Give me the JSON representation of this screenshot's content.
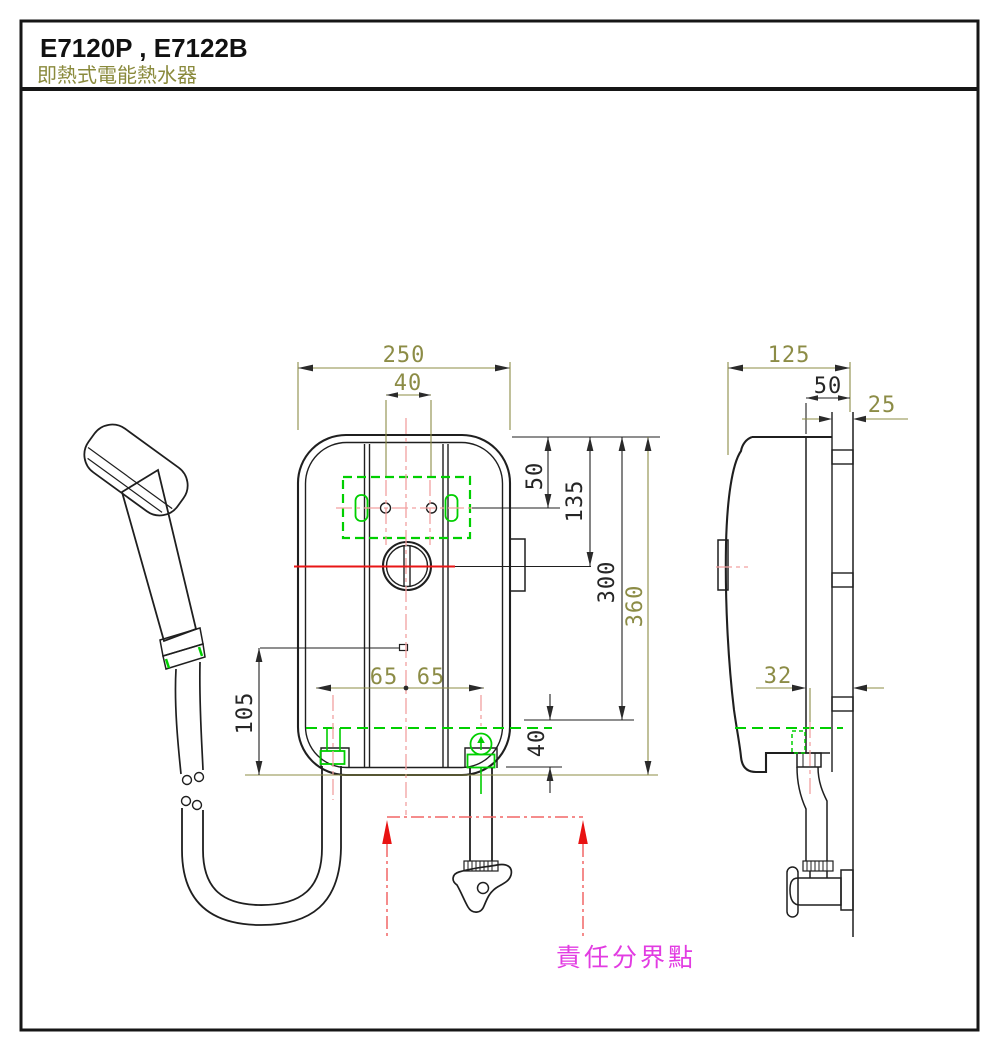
{
  "header": {
    "models": "E7120P , E7122B",
    "product_name": "即熱式電能熱水器"
  },
  "front_view": {
    "dims": {
      "body_width": "250",
      "hole_spacing": "40",
      "top_to_holes": "50",
      "top_to_switch": "135",
      "top_to_connection": "300",
      "body_height": "360",
      "inlet_offset_left": "65",
      "outlet_offset_right": "65",
      "bottom_clearance": "40",
      "hose_drop": "105"
    }
  },
  "side_view": {
    "dims": {
      "body_depth": "125",
      "bracket_depth": "50",
      "rail_width": "25",
      "pipe_offset": "32"
    }
  },
  "footer_note": {
    "boundary_label": "責任分界點"
  },
  "colors": {
    "dimension_olive": "#8c8c46",
    "drawing_black": "#1f1f1f",
    "fitting_green": "#00cf00",
    "centerline_pink": "#f2a0a0",
    "knob_line_red": "#e81616",
    "boundary_red": "#e81212",
    "label_magenta": "#e23ce2"
  }
}
